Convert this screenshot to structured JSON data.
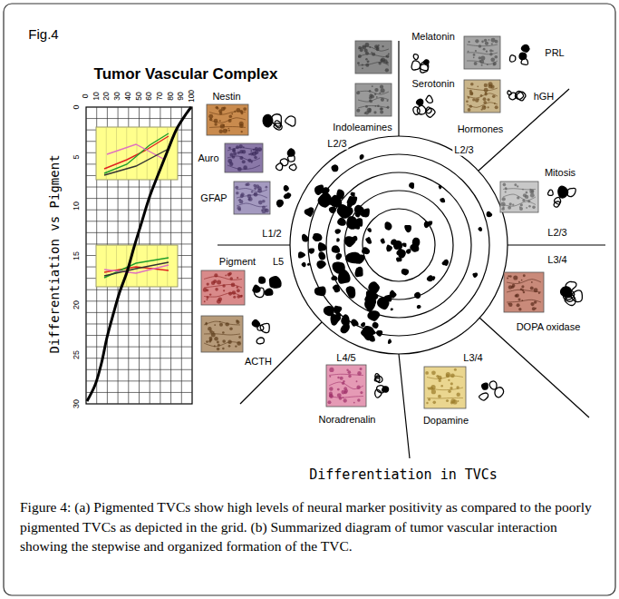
{
  "diagram": {
    "title": "Tumor Vascular Complex",
    "caption": "Figure 4: (a) Pigmented TVCs show high levels of neural marker positivity as compared to the poorly pigmented TVCs as depicted in the grid. (b) Summarized diagram of tumor vascular interaction showing the stepwise and organized formation of the TVC.",
    "labels": [
      "Fig.4",
      "Differentiation vs Pigment",
      "0",
      "10",
      "20",
      "30",
      "40",
      "50",
      "60",
      "70",
      "80",
      "90",
      "100",
      "0",
      "5",
      "10",
      "15",
      "20",
      "25",
      "30",
      "Melatonin",
      "Serotonin",
      "Indoleamines",
      "PRL",
      "hGH",
      "Hormones",
      "Mitosis",
      "DOPA oxidase",
      "Dopamine",
      "Noradrenalin",
      "ACTH",
      "Pigment",
      "GFAP",
      "Auro",
      "Nestin",
      "L2/3",
      "L2/3",
      "L2/3",
      "L3/4",
      "L3/4",
      "L4/5",
      "L5",
      "L1/2",
      "Differentiation in TVCs"
    ]
  }
}
